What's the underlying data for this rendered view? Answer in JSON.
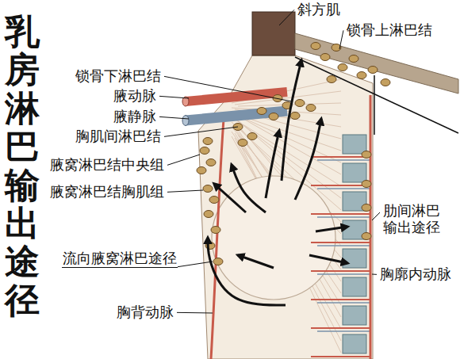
{
  "diagram": {
    "title": "乳房淋巴输出途径",
    "labels": [
      "斜方肌",
      "锁骨上淋巴结",
      "锁骨下淋巴结",
      "腋动脉",
      "腋静脉",
      "胸肌间淋巴结",
      "腋窝淋巴结中央组",
      "腋窝淋巴结胸肌组",
      "肋间淋巴 输出途径",
      "胸廓内动脉",
      "流向腋窝淋巴途径",
      "胸背动脉"
    ]
  }
}
